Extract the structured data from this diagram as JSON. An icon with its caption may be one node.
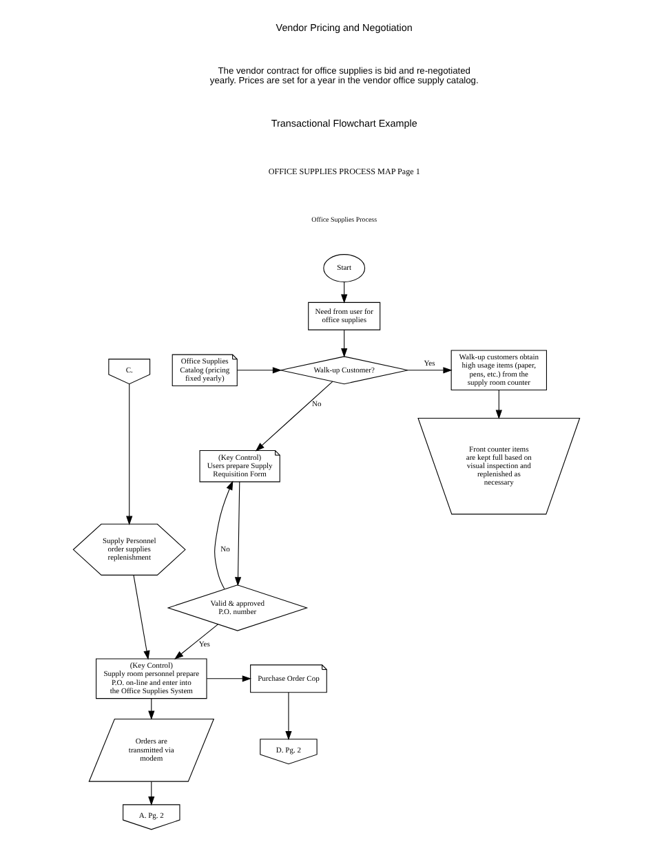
{
  "diagram": {
    "nodes": [
      {
        "text": [
          "Start"
        ]
      },
      {
        "text": [
          "Need from user for office supplies"
        ]
      },
      {
        "text": [
          "Office Supplies Catalog (pricing fixed yearly)"
        ]
      },
      {
        "text": [
          "Walk-up Customer?"
        ]
      },
      {
        "text": [
          "Walk-up customers obtain high usage items (paper, pens, etc.) from the supply room counter"
        ]
      },
      {
        "text": [
          "C."
        ]
      },
      {
        "text": [
          "(Key Control)",
          "Users prepare Supply Requisition Form"
        ]
      },
      {
        "text": [
          "Front counter items are kept full based on visual inspection and replenished as necessary"
        ]
      },
      {
        "text": [
          "Supply Personnel order supplies replenishment"
        ]
      },
      {
        "text": [
          "Valid & approved P.O. number"
        ]
      },
      {
        "text": [
          "(Key Control)",
          "Supply room personnel prepare P.O. on-line and enter into the Office Supplies System"
        ]
      },
      {
        "text": [
          "Purchase Order Cop"
        ]
      },
      {
        "text": [
          "Orders are transmitted via modem"
        ]
      },
      {
        "text": [
          "D. Pg. 2"
        ]
      },
      {
        "text": [
          "A. Pg. 2"
        ]
      }
    ],
    "edges": [
      {
        "from": 0,
        "to": 1,
        "arrow": "to"
      },
      {
        "from": 1,
        "to": 3,
        "arrow": "to"
      },
      {
        "from": 2,
        "to": 3,
        "arrow": "to"
      },
      {
        "from": 3,
        "to": 4,
        "label": "Yes",
        "arrow": "to"
      },
      {
        "from": 3,
        "to": 6,
        "label": "No",
        "arrow": "to"
      },
      {
        "from": 4,
        "to": 7,
        "arrow": "to"
      },
      {
        "from": 5,
        "to": 8,
        "arrow": "to"
      },
      {
        "from": 6,
        "to": 9,
        "arrow": "to"
      },
      {
        "from": 9,
        "to": 6,
        "label": "No",
        "arrow": "to"
      },
      {
        "from": 9,
        "to": 10,
        "label": "Yes",
        "arrow": "to"
      },
      {
        "from": 8,
        "to": 10,
        "arrow": "to"
      },
      {
        "from": 10,
        "to": 11,
        "arrow": "to"
      },
      {
        "from": 10,
        "to": 12,
        "arrow": "to"
      },
      {
        "from": 11,
        "to": 13,
        "arrow": "to"
      },
      {
        "from": 12,
        "to": 14,
        "arrow": "to"
      }
    ],
    "labels": [
      "Vendor Pricing and Negotiation",
      "The vendor contract for office supplies is bid and re-negotiated yearly. Prices are set for a year in the vendor office supply catalog.",
      "Transactional Flowchart Example",
      "OFFICE SUPPLIES PROCESS MAP Page 1",
      "Office Supplies Process"
    ]
  }
}
